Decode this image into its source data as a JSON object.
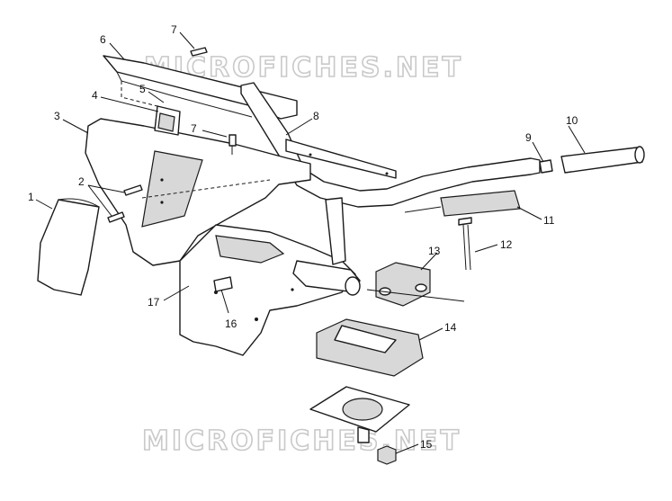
{
  "watermark": "MICROFICHES.NET",
  "callouts": [
    {
      "id": "1",
      "label": "1"
    },
    {
      "id": "2",
      "label": "2"
    },
    {
      "id": "3",
      "label": "3"
    },
    {
      "id": "4",
      "label": "4"
    },
    {
      "id": "5",
      "label": "5"
    },
    {
      "id": "6",
      "label": "6"
    },
    {
      "id": "7a",
      "label": "7"
    },
    {
      "id": "7b",
      "label": "7"
    },
    {
      "id": "8",
      "label": "8"
    },
    {
      "id": "9",
      "label": "9"
    },
    {
      "id": "10",
      "label": "10"
    },
    {
      "id": "11",
      "label": "11"
    },
    {
      "id": "12",
      "label": "12"
    },
    {
      "id": "13",
      "label": "13"
    },
    {
      "id": "14",
      "label": "14"
    },
    {
      "id": "15",
      "label": "15"
    },
    {
      "id": "16",
      "label": "16"
    },
    {
      "id": "17",
      "label": "17"
    }
  ],
  "colors": {
    "ink": "#1a1a1a",
    "watermark_outline": "#c9c9c9",
    "background": "#ffffff"
  }
}
